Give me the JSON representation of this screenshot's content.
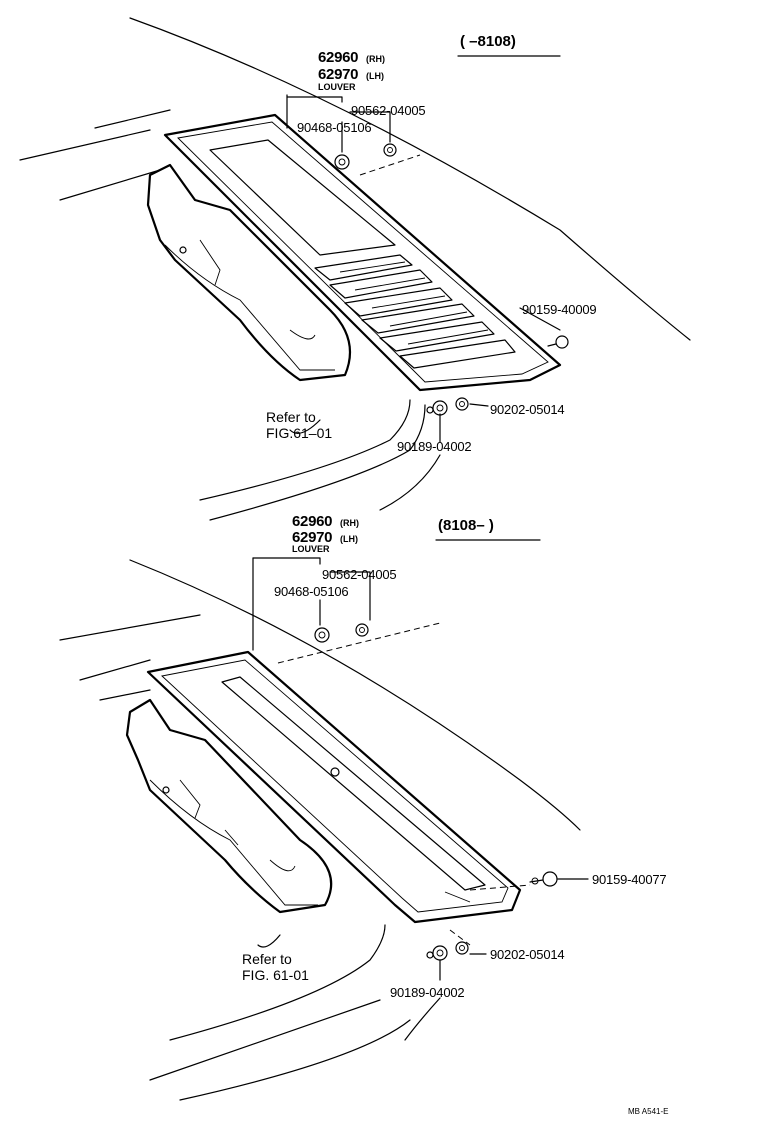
{
  "upper": {
    "range": "(       –8108)",
    "part_rh": "62960",
    "tag_rh": "(RH)",
    "part_lh": "62970",
    "tag_lh": "(LH)",
    "name": "LOUVER",
    "p1": "90562-04005",
    "p2": "90468-05106",
    "p3": "90159-40009",
    "p4": "90202-05014",
    "p5": "90189-04002",
    "ref1": "Refer to",
    "ref2": "FIG.61–01"
  },
  "lower": {
    "range": "(8108–        )",
    "part_rh": "62960",
    "tag_rh": "(RH)",
    "part_lh": "62970",
    "tag_lh": "(LH)",
    "name": "LOUVER",
    "p1": "90562-04005",
    "p2": "90468-05106",
    "p3": "90159-40077",
    "p4": "90202-05014",
    "p5": "90189-04002",
    "ref1": "Refer to",
    "ref2": "FIG. 61-01"
  },
  "footer": "MB  A541-E"
}
